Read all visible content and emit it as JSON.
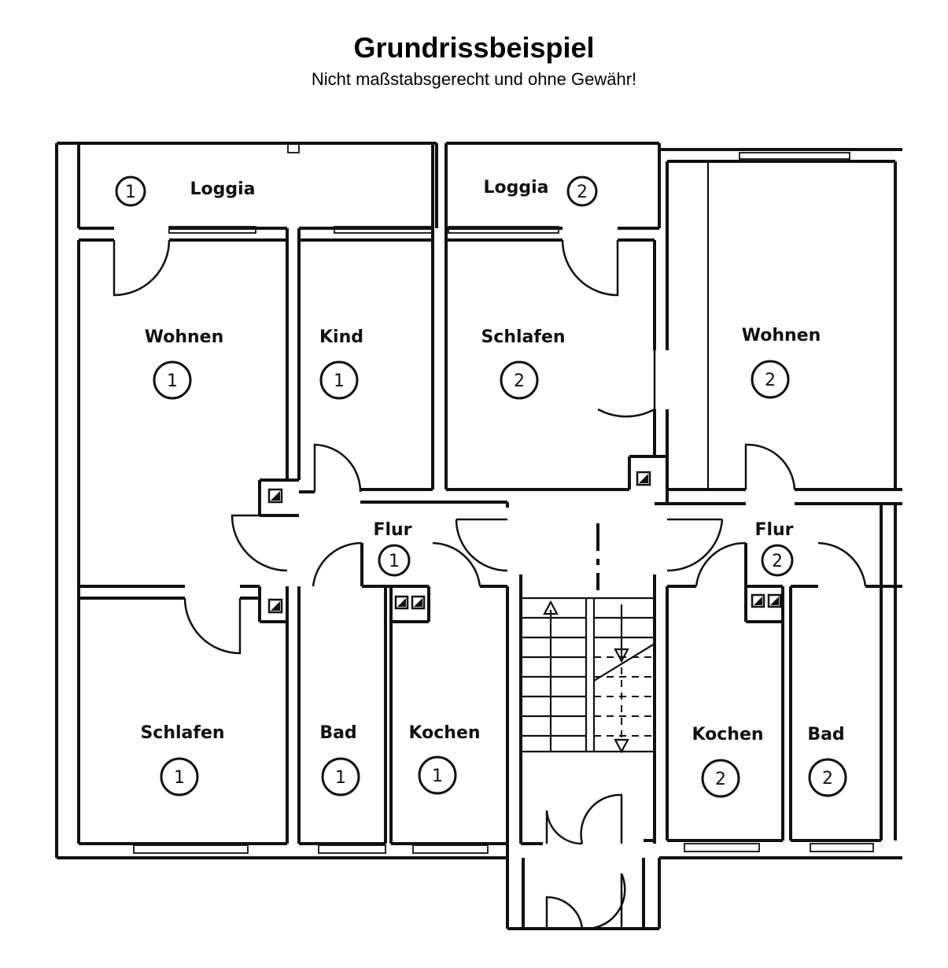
{
  "header": {
    "title": "Grundrissbeispiel",
    "subtitle": "Nicht maßstabsgerecht und ohne Gewähr!"
  },
  "rooms": {
    "loggia_1": {
      "label": "Loggia",
      "number": "1"
    },
    "loggia_2": {
      "label": "Loggia",
      "number": "2"
    },
    "wohnen_1": {
      "label": "Wohnen",
      "number": "1"
    },
    "kind_1": {
      "label": "Kind",
      "number": "1"
    },
    "schlafen_2": {
      "label": "Schlafen",
      "number": "2"
    },
    "wohnen_2": {
      "label": "Wohnen",
      "number": "2"
    },
    "flur_1": {
      "label": "Flur",
      "number": "1"
    },
    "flur_2": {
      "label": "Flur",
      "number": "2"
    },
    "schlafen_1": {
      "label": "Schlafen",
      "number": "1"
    },
    "bad_1": {
      "label": "Bad",
      "number": "1"
    },
    "kochen_1": {
      "label": "Kochen",
      "number": "1"
    },
    "kochen_2": {
      "label": "Kochen",
      "number": "2"
    },
    "bad_2": {
      "label": "Bad",
      "number": "2"
    }
  }
}
